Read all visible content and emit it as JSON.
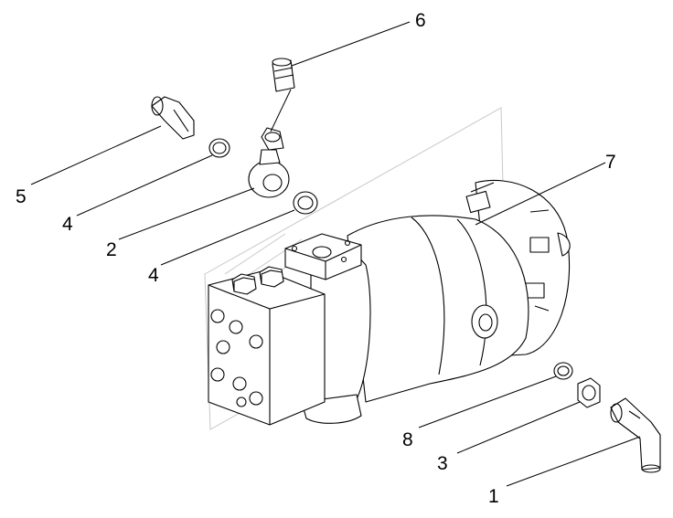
{
  "callouts": [
    {
      "id": "1",
      "label": "1"
    },
    {
      "id": "2",
      "label": "2"
    },
    {
      "id": "3",
      "label": "3"
    },
    {
      "id": "4a",
      "label": "4"
    },
    {
      "id": "4b",
      "label": "4"
    },
    {
      "id": "5",
      "label": "5"
    },
    {
      "id": "6",
      "label": "6"
    },
    {
      "id": "7",
      "label": "7"
    },
    {
      "id": "8",
      "label": "8"
    }
  ]
}
